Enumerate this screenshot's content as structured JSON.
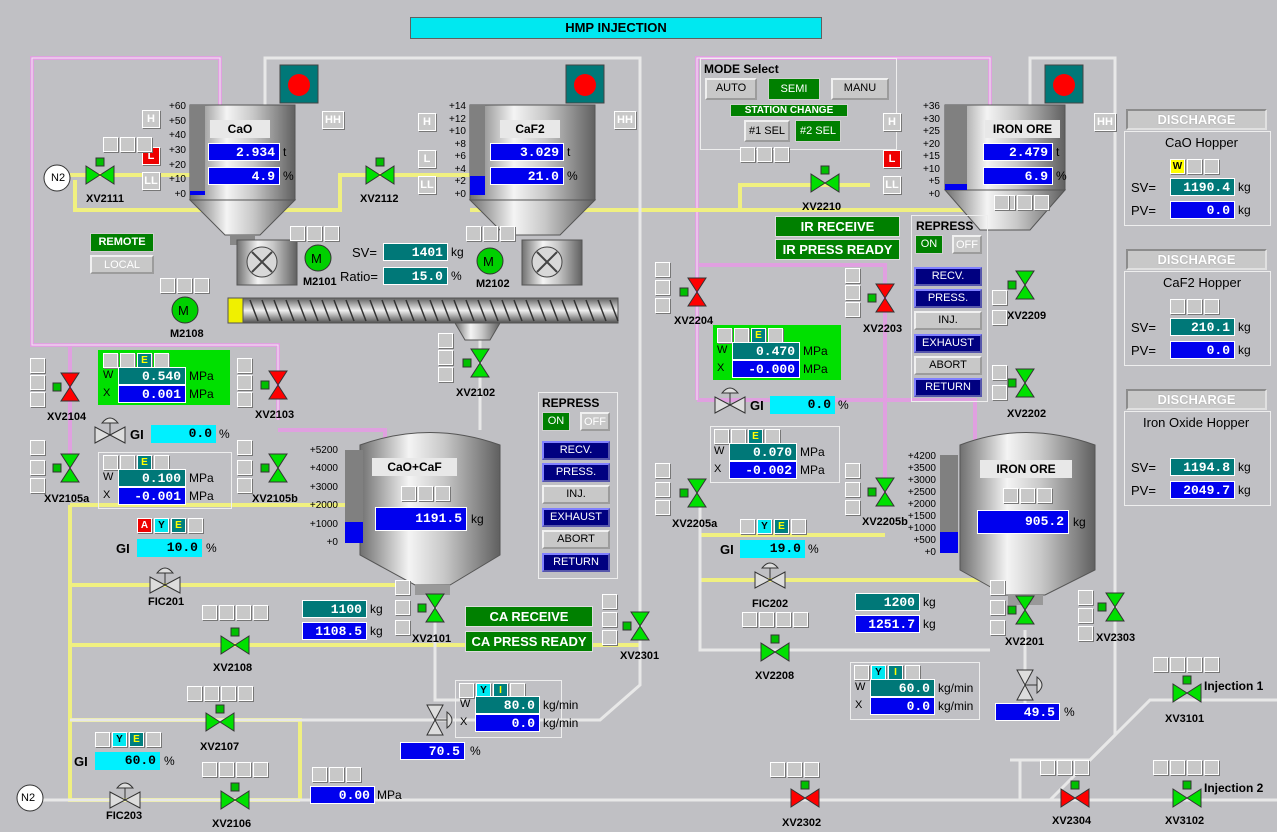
{
  "title": "HMP INJECTION",
  "colors": {
    "background": "#c0c0c4",
    "pipe": "#d8d8d8",
    "pipe_yellow": "#f0f080",
    "pipe_violet": "#e0a0e0",
    "value_blue": "#0000ee",
    "value_teal": "#007878",
    "value_cyan": "#00f0ff",
    "valve_green": "#00e000",
    "valve_red": "#ff0000"
  },
  "n2_labels": {
    "top": "N2",
    "bottom": "N2"
  },
  "mode": {
    "title": "MODE Select",
    "auto": "AUTO",
    "semi": "SEMI",
    "manu": "MANU",
    "station_change": "STATION CHANGE",
    "sel1": "#1 SEL",
    "sel2": "#2 SEL"
  },
  "remote_local": {
    "remote": "REMOTE",
    "local": "LOCAL"
  },
  "tanks": {
    "cao": {
      "name": "CaO",
      "weight": "2.934",
      "weight_unit": "t",
      "percent": "4.9",
      "percent_unit": "%",
      "fill": 0.049,
      "scale": [
        "+60",
        "+50",
        "+40",
        "+30",
        "+20",
        "+10",
        "+0"
      ]
    },
    "caf2": {
      "name": "CaF2",
      "weight": "3.029",
      "weight_unit": "t",
      "percent": "21.0",
      "percent_unit": "%",
      "fill": 0.21,
      "scale": [
        "+14",
        "+12",
        "+10",
        "+8",
        "+6",
        "+4",
        "+2",
        "+0"
      ]
    },
    "iron_ore": {
      "name": "IRON ORE",
      "weight": "2.479",
      "weight_unit": "t",
      "percent": "6.9",
      "percent_unit": "%",
      "fill": 0.069,
      "scale": [
        "+36",
        "+30",
        "+25",
        "+20",
        "+15",
        "+10",
        "+5",
        "+0"
      ]
    },
    "cao_caf": {
      "name": "CaO+CaF",
      "value": "1191.5",
      "unit": "kg",
      "fill": 0.229,
      "scale": [
        "+5200",
        "+4000",
        "+3000",
        "+2000",
        "+1000",
        "+0"
      ]
    },
    "iron_ore_lower": {
      "name": "IRON ORE",
      "value": "905.2",
      "unit": "kg",
      "fill": 0.215,
      "scale": [
        "+4200",
        "+3500",
        "+3000",
        "+2500",
        "+2000",
        "+1500",
        "+1000",
        "+500",
        "+0"
      ]
    }
  },
  "level_flags": {
    "h": "H",
    "hh": "HH",
    "l": "L",
    "ll": "LL"
  },
  "feeder": {
    "sv_label": "SV=",
    "sv": "1401",
    "sv_unit": "kg",
    "ratio_label": "Ratio=",
    "ratio": "15.0",
    "ratio_unit": "%"
  },
  "motors": {
    "symbol": "M",
    "m2101": "M2101",
    "m2102": "M2102",
    "m2108": "M2108"
  },
  "valves": {
    "xv2111": "XV2111",
    "xv2112": "XV2112",
    "xv2210": "XV2210",
    "xv2104": "XV2104",
    "xv2103": "XV2103",
    "xv2105a": "XV2105a",
    "xv2105b": "XV2105b",
    "xv2102": "XV2102",
    "xv2204": "XV2204",
    "xv2203": "XV2203",
    "xv2209": "XV2209",
    "xv2202": "XV2202",
    "xv2205a": "XV2205a",
    "xv2205b": "XV2205b",
    "xv2101": "XV2101",
    "xv2301": "XV2301",
    "xv2201": "XV2201",
    "xv2303": "XV2303",
    "xv2108": "XV2108",
    "xv2208": "XV2208",
    "xv2107": "XV2107",
    "xv2106": "XV2106",
    "xv2302": "XV2302",
    "xv2304": "XV2304",
    "xv3101": "XV3101",
    "xv3102": "XV3102",
    "fic201": "FIC201",
    "fic202": "FIC202",
    "fic203": "FIC203"
  },
  "press_a": {
    "w_label": "W",
    "x_label": "X",
    "w": "0.540",
    "x": "0.001",
    "unit": "MPa",
    "e": "E"
  },
  "press_b": {
    "w_label": "W",
    "x_label": "X",
    "w": "0.100",
    "x": "-0.001",
    "unit": "MPa",
    "e": "E"
  },
  "press_c": {
    "w_label": "W",
    "x_label": "X",
    "w": "0.470",
    "x": "-0.000",
    "unit": "MPa",
    "e": "E"
  },
  "press_d": {
    "w_label": "W",
    "x_label": "X",
    "w": "0.070",
    "x": "-0.002",
    "unit": "MPa",
    "e": "E"
  },
  "gi": {
    "label": "GI",
    "gi1": "0.0",
    "gi2": "10.0",
    "gi3": "0.0",
    "gi4": "19.0",
    "gi5": "60.0",
    "unit": "%"
  },
  "flags": {
    "a": "A",
    "y": "Y",
    "e": "E",
    "i": "I",
    "w": "W"
  },
  "repress_left": {
    "title": "REPRESS",
    "on": "ON",
    "off": "OFF",
    "recv": "RECV.",
    "press": "PRESS.",
    "inj": "INJ.",
    "exhaust": "EXHAUST",
    "abort": "ABORT",
    "return": "RETURN"
  },
  "repress_right": {
    "title": "REPRESS",
    "on": "ON",
    "off": "OFF",
    "recv": "RECV.",
    "press": "PRESS.",
    "inj": "INJ.",
    "exhaust": "EXHAUST",
    "abort": "ABORT",
    "return": "RETURN"
  },
  "status": {
    "ir_receive": "IR RECEIVE",
    "ir_press_ready": "IR PRESS READY",
    "ca_receive": "CA RECEIVE",
    "ca_press_ready": "CA PRESS READY"
  },
  "ca_target": {
    "sv": "1100",
    "pv": "1108.5",
    "unit": "kg"
  },
  "ir_target": {
    "sv": "1200",
    "pv": "1251.7",
    "unit": "kg"
  },
  "flow_ca": {
    "w": "80.0",
    "x": "0.0",
    "unit": "kg/min",
    "valve_pct": "70.5",
    "pct_unit": "%",
    "w_label": "W",
    "x_label": "X"
  },
  "flow_ir": {
    "w": "60.0",
    "x": "0.0",
    "unit": "kg/min",
    "valve_pct": "49.5",
    "pct_unit": "%",
    "w_label": "W",
    "x_label": "X"
  },
  "line_pressure": {
    "value": "0.00",
    "unit": "MPa"
  },
  "discharge": [
    {
      "header": "DISCHARGE",
      "name": "CaO Hopper",
      "sv_label": "SV=",
      "pv_label": "PV=",
      "sv": "1190.4",
      "pv": "0.0",
      "unit": "kg",
      "w": "W"
    },
    {
      "header": "DISCHARGE",
      "name": "CaF2 Hopper",
      "sv_label": "SV=",
      "pv_label": "PV=",
      "sv": "210.1",
      "pv": "0.0",
      "unit": "kg"
    },
    {
      "header": "DISCHARGE",
      "name": "Iron Oxide Hopper",
      "sv_label": "SV=",
      "pv_label": "PV=",
      "sv": "1194.8",
      "pv": "2049.7",
      "unit": "kg"
    }
  ],
  "injection": {
    "line1": "Injection 1",
    "line2": "Injection 2"
  }
}
